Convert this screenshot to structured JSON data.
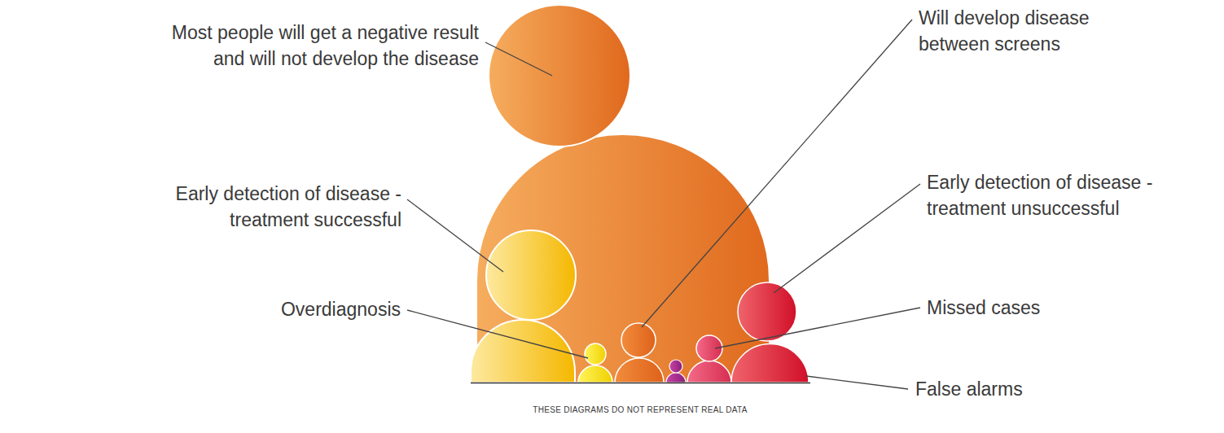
{
  "diagram": {
    "labels": [
      "Most people will get a negative result and will not develop the disease",
      "Early detection of disease - treatment successful",
      "Overdiagnosis",
      "Will develop disease between screens",
      "Early detection of disease - treatment unsuccessful",
      "Missed cases",
      "False alarms",
      "THESE DIAGRAMS DO NOT REPRESENT REAL DATA"
    ]
  }
}
